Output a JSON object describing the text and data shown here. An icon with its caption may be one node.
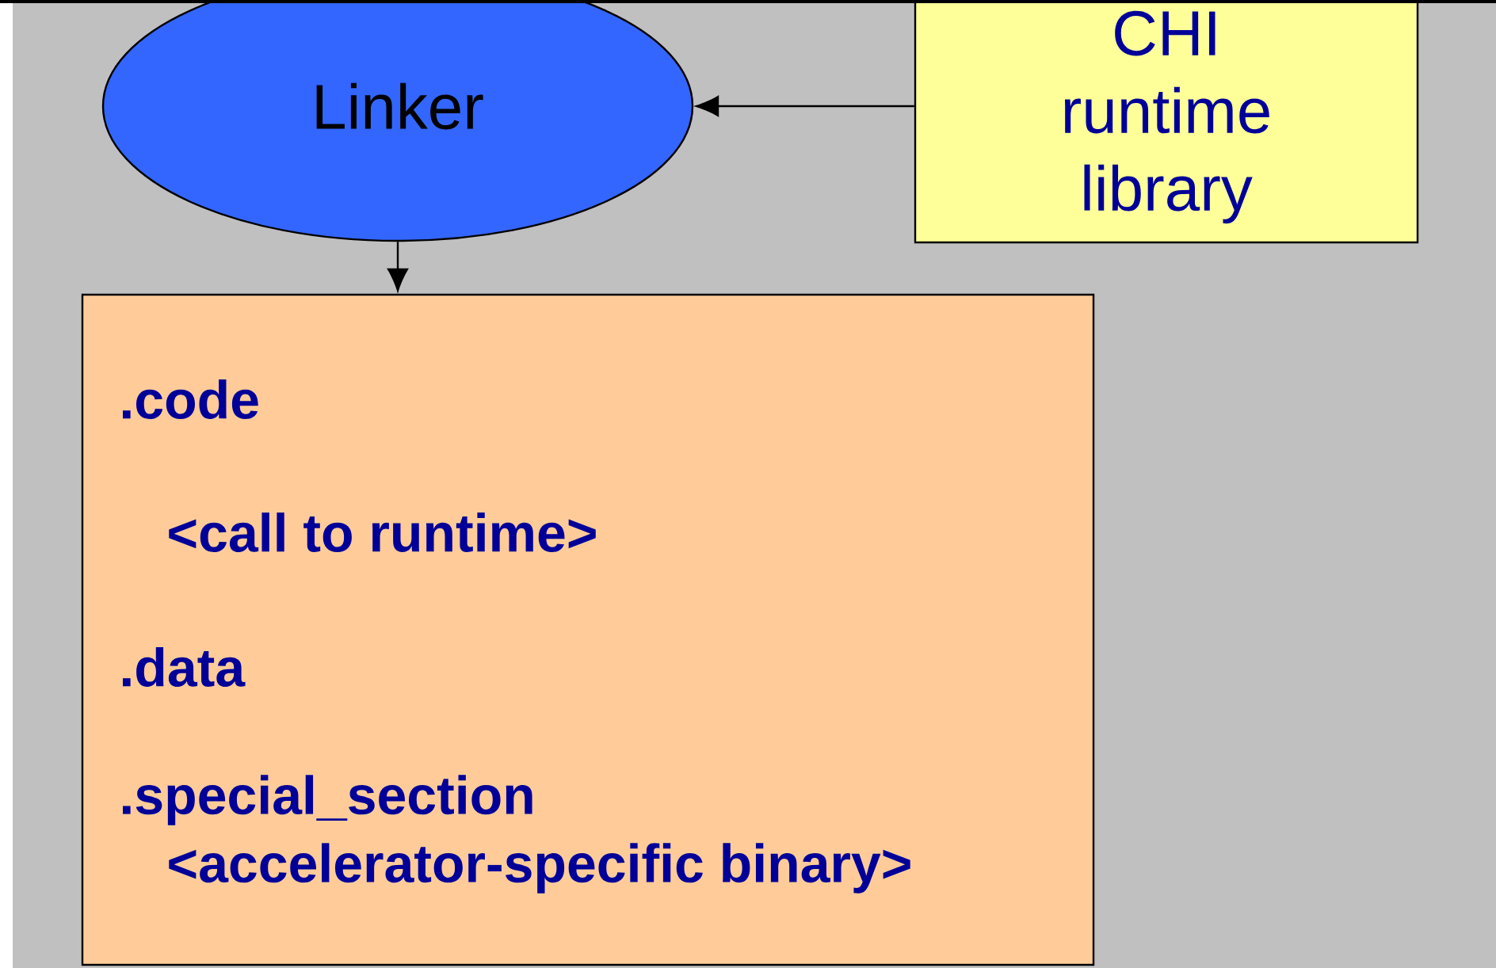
{
  "diagram": {
    "nodes": [
      {
        "text": [
          "Linker"
        ]
      },
      {
        "text": [
          "CHI runtime library"
        ]
      },
      {
        "text": [
          ".code",
          "<call to runtime>",
          ".data",
          ".special_section",
          "<accelerator-specific binary>"
        ]
      }
    ],
    "edges": [
      {
        "from": 1,
        "to": 0,
        "arrow": "to"
      },
      {
        "from": 0,
        "to": 2,
        "arrow": "to"
      }
    ]
  }
}
